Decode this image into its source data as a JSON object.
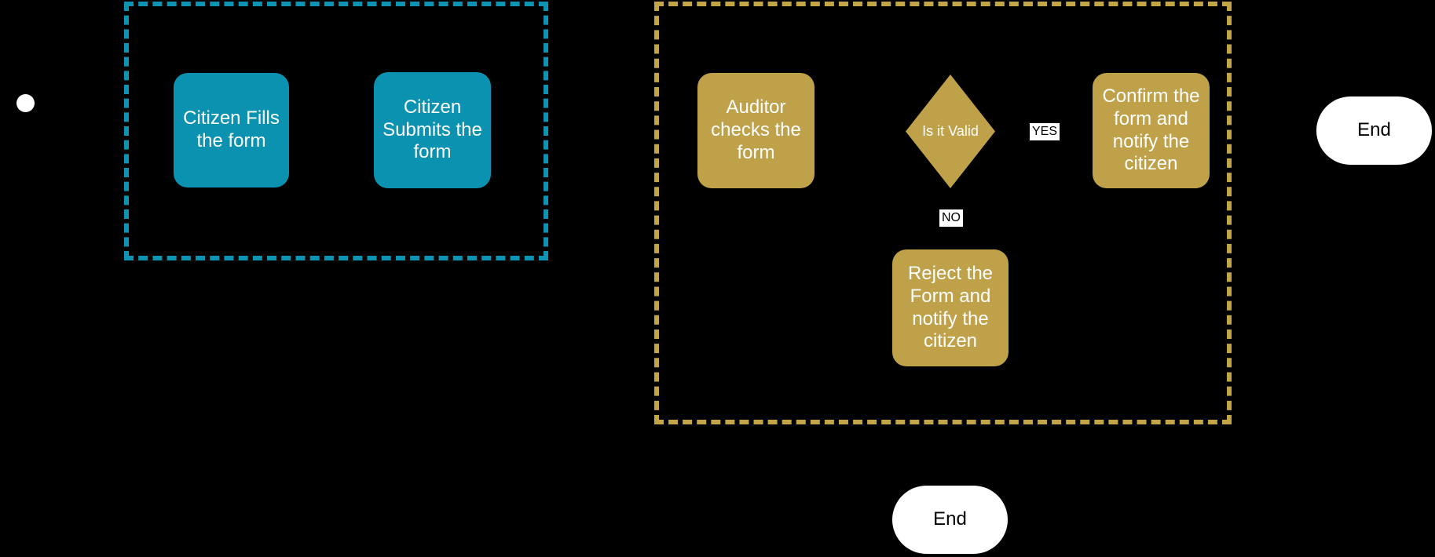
{
  "diagram": {
    "type": "flowchart",
    "background": "#000000",
    "colors": {
      "teal_node": "#0b92b0",
      "teal_cluster_border": "#0e94b2",
      "gold_node": "#bfa14a",
      "gold_cluster_border": "#c2a547",
      "terminal_fill": "#ffffff",
      "node_text": "#ffffff",
      "terminal_text": "#000000",
      "edge_label_bg": "#ffffff",
      "edge_label_text": "#000000"
    },
    "clusters": [
      {
        "id": "citizen-lane",
        "style": "dashed",
        "border_color": "#0e94b2"
      },
      {
        "id": "auditor-lane",
        "style": "dashed",
        "border_color": "#c2a547"
      }
    ],
    "nodes": {
      "start": {
        "type": "start-circle",
        "label": ""
      },
      "fill_form": {
        "type": "rounded-rect",
        "label": "Citizen Fills\nthe form"
      },
      "submit_form": {
        "type": "rounded-rect",
        "label": "Citizen\nSubmits the\nform"
      },
      "auditor_checks": {
        "type": "rounded-rect",
        "label": "Auditor\nchecks the\nform"
      },
      "is_valid": {
        "type": "decision-diamond",
        "label": "Is it Valid"
      },
      "confirm": {
        "type": "rounded-rect",
        "label": "Confirm the\nform and\nnotify the\ncitizen"
      },
      "reject": {
        "type": "rounded-rect",
        "label": "Reject the\nForm and\nnotify the\ncitizen"
      },
      "end_right": {
        "type": "stadium",
        "label": "End"
      },
      "end_bottom": {
        "type": "stadium",
        "label": "End"
      }
    },
    "edge_labels": {
      "yes": "YES",
      "no": "NO"
    }
  }
}
